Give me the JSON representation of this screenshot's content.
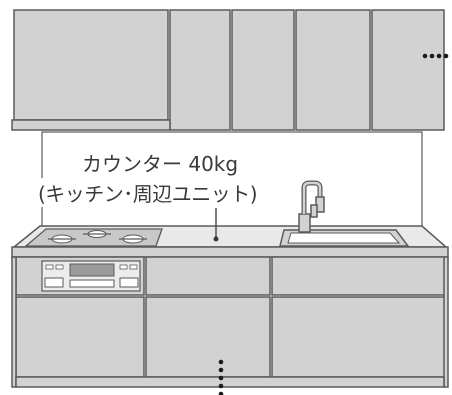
{
  "illustration": {
    "subject": "kitchen-unit",
    "colors": {
      "panel": "#d2d2d2",
      "outline": "#5a5a5a",
      "counter": "#e9e9e9",
      "background": "#ffffff",
      "text": "#3a3a3a"
    }
  },
  "annotation": {
    "line1": "カウンター 40kg",
    "line2": "(キッチン･周辺ユニット)"
  }
}
